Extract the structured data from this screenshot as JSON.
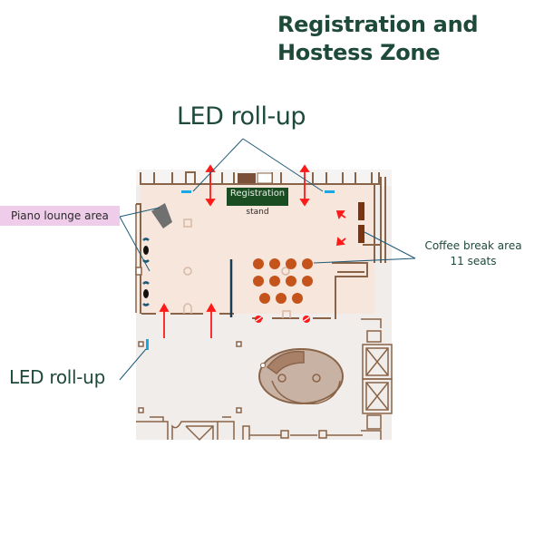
{
  "title": {
    "line1": "Registration and",
    "line2": "Hostess Zone"
  },
  "callouts": {
    "led_rollup_top": "LED roll-up",
    "led_rollup_left": "LED roll-up",
    "piano_lounge": "Piano lounge area",
    "coffee_break_line1": "Coffee break area",
    "coffee_break_line2": "11 seats"
  },
  "registration": {
    "label": "Registration",
    "sublabel": "stand"
  },
  "coffee_break": {
    "seat_count": 11,
    "rows": [
      4,
      4,
      3
    ]
  },
  "colors": {
    "title": "#1e4a3a",
    "zone_fill": "#f7e6dc",
    "floor_fill": "#f1edea",
    "wall": "#8a6448",
    "registration_box": "#1a4d22",
    "led": "#1aa7e6",
    "arrow": "#ff1a1a",
    "seat": "#c4541c",
    "coffee_table": "#7a3410",
    "piano": "#707070",
    "callout_line": "#1e5a78",
    "piano_label_bg": "#efcdea"
  }
}
